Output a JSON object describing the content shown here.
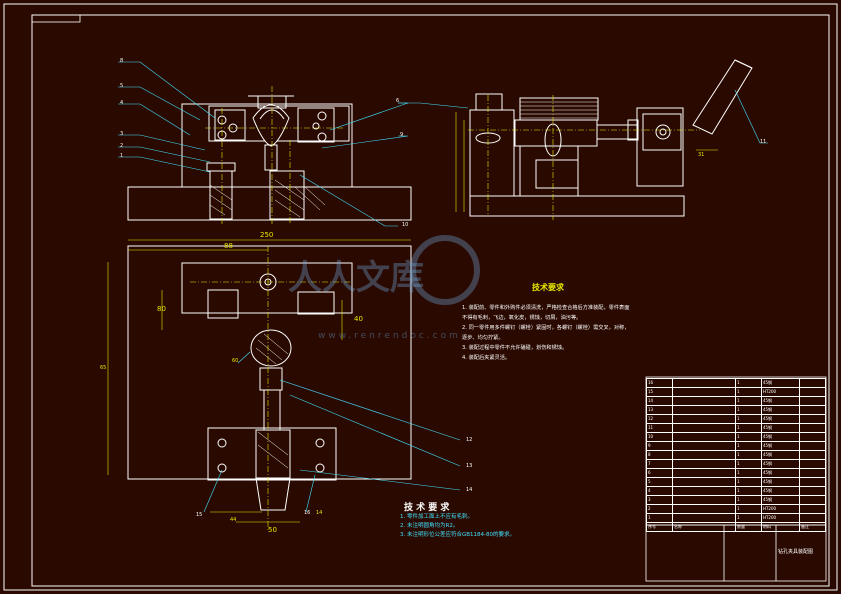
{
  "tech_req_right": {
    "title": "技术要求",
    "items": [
      "1.   装配前、零件和外购件必须清洗，严格检查合格后方准装配，零件表面不得有毛刺，飞边，氧化皮，锈蚀，切屑，油污等。",
      "2.   同一零件用多件螺钉（螺栓）紧固时，各螺钉（螺栓）需交叉，对称，逐步、均匀拧紧。",
      "3.   装配过程中零件不允许磕碰，划伤和锈蚀。",
      "4.   装配后夹紧灵活。"
    ]
  },
  "tech_req_bottom": {
    "title": "技 术 要 求",
    "items": [
      "1.  零件加工面上不应有毛刺。",
      "2.  未注明圆角均为R2。",
      "3.  未注明形位公差应符合GB1184-80的要求。"
    ]
  },
  "dims": [
    "250",
    "88",
    "80",
    "65",
    "40",
    "44",
    "50",
    "60",
    "14",
    "31"
  ],
  "part_numbers_left": [
    "8",
    "5",
    "4",
    "3",
    "2",
    "1"
  ],
  "part_numbers_right": [
    "6",
    "9",
    "10",
    "11",
    "12",
    "13",
    "14",
    "15",
    "16"
  ],
  "watermark": {
    "main": "人人文库",
    "url": "www.renrendoc.com"
  },
  "bom_rows": [
    [
      "16",
      "",
      "1",
      "45钢",
      ""
    ],
    [
      "15",
      "",
      "1",
      "HT200",
      ""
    ],
    [
      "14",
      "",
      "1",
      "45钢",
      ""
    ],
    [
      "13",
      "",
      "1",
      "45钢",
      "",
      ""
    ],
    [
      "12",
      "",
      "1",
      "45钢",
      ""
    ],
    [
      "11",
      "",
      "1",
      "45钢",
      ""
    ],
    [
      "10",
      "",
      "1",
      "45钢",
      ""
    ],
    [
      "9",
      "",
      "1",
      "45钢",
      ""
    ],
    [
      "8",
      "",
      "1",
      "45钢",
      ""
    ],
    [
      "7",
      "",
      "1",
      "45钢",
      ""
    ],
    [
      "6",
      "",
      "1",
      "45钢",
      ""
    ],
    [
      "5",
      "",
      "1",
      "45钢",
      ""
    ],
    [
      "4",
      "",
      "1",
      "45钢",
      ""
    ],
    [
      "3",
      "",
      "1",
      "45钢",
      ""
    ],
    [
      "2",
      "",
      "1",
      "HT200",
      ""
    ],
    [
      "1",
      "",
      "1",
      "HT200",
      ""
    ]
  ],
  "bom_header": [
    "序号",
    "名称",
    "数量",
    "材料",
    "备注"
  ],
  "title_block": {
    "name": "钻孔夹具装配图"
  },
  "colors": {
    "bg": "#2a0a00",
    "line": "#ffffff",
    "dim": "#e8e800",
    "leader": "#40e0ff"
  }
}
